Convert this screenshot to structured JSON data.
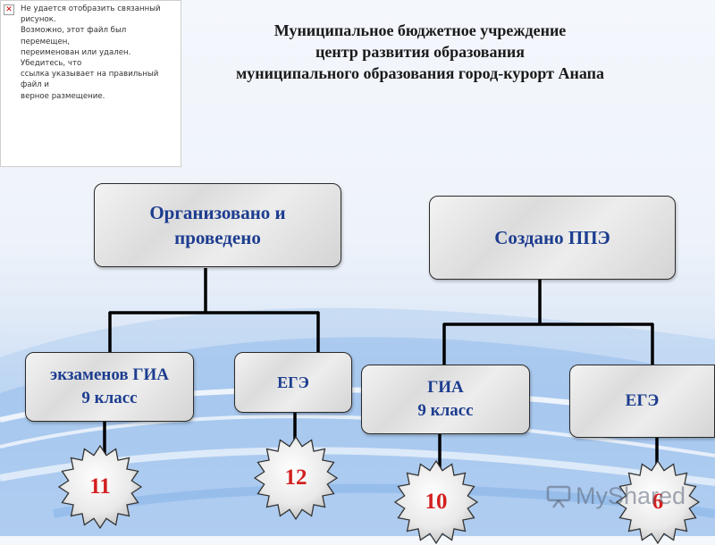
{
  "broken_image": {
    "icon": "broken-image-icon",
    "message": "Не удается отобразить связанный рисунок.\nВозможно, этот файл был перемещен,\nпереименован или удален. Убедитесь, что\nссылка указывает на правильный файл и\nверное размещение."
  },
  "header": {
    "line1": "Муниципальное бюджетное учреждение",
    "line2": "центр развития образования",
    "line3": "муниципального образования город-курорт Анапа"
  },
  "diagram": {
    "left_root": "Организовано и\nпроведено",
    "right_root": "Создано ППЭ",
    "left_child_gia": "экзаменов ГИА\n9 класс",
    "left_child_ege": "ЕГЭ",
    "right_child_gia": "ГИА\n9 класс",
    "right_child_ege": "ЕГЭ"
  },
  "counts": {
    "exams_gia": "11",
    "exams_ege": "12",
    "ppe_gia": "10",
    "ppe_ege": "6"
  },
  "colors": {
    "box_text": "#1d3d8f",
    "count_text": "#d32020",
    "connector": "#000000"
  },
  "watermark": {
    "icon": "presentation-icon",
    "text": "MyShared"
  }
}
